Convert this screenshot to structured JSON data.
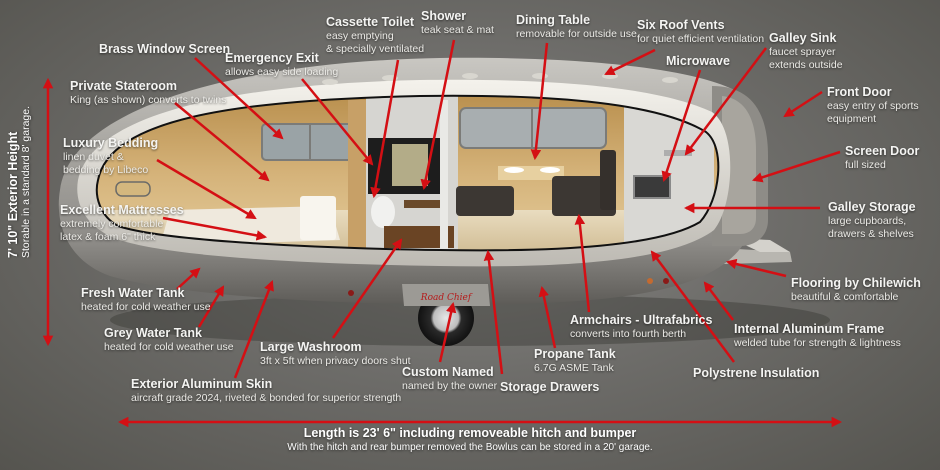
{
  "colors": {
    "background": "#6e6d6a",
    "arrow": "#d40f14",
    "label_text": "#f4f4f2",
    "shell": "#9c9a96",
    "interior_wood": "#c9a468"
  },
  "dimensions": {
    "height": {
      "title": "7' 10\" Exterior Height",
      "desc": "Storable in a standard 8' garage."
    },
    "length": {
      "title": "Length is 23' 6\" including removeable hitch and bumper",
      "desc": "With the hitch and rear bumper removed the Bowlus can be stored in a 20' garage."
    }
  },
  "callouts": [
    {
      "id": "brass-window-screen",
      "title": "Brass Window Screen",
      "desc": ""
    },
    {
      "id": "emergency-exit",
      "title": "Emergency Exit",
      "desc": "allows easy side loading"
    },
    {
      "id": "cassette-toilet",
      "title": "Cassette Toilet",
      "desc": "easy emptying",
      "desc2": "& specially ventilated"
    },
    {
      "id": "shower",
      "title": "Shower",
      "desc": "teak seat & mat"
    },
    {
      "id": "dining-table",
      "title": "Dining Table",
      "desc": "removable for outside use"
    },
    {
      "id": "six-roof-vents",
      "title": "Six Roof Vents",
      "desc": "for quiet efficient ventilation"
    },
    {
      "id": "galley-sink",
      "title": "Galley Sink",
      "desc": "faucet sprayer",
      "desc2": "extends outside"
    },
    {
      "id": "microwave",
      "title": "Microwave",
      "desc": ""
    },
    {
      "id": "front-door",
      "title": "Front Door",
      "desc": "easy entry of sports",
      "desc2": "equipment"
    },
    {
      "id": "screen-door",
      "title": "Screen Door",
      "desc": "full sized"
    },
    {
      "id": "galley-storage",
      "title": "Galley Storage",
      "desc": "large cupboards,",
      "desc2": "drawers & shelves"
    },
    {
      "id": "flooring",
      "title": "Flooring by Chilewich",
      "desc": "beautiful & comfortable"
    },
    {
      "id": "internal-frame",
      "title": "Internal Aluminum Frame",
      "desc": "welded tube for strength & lightness"
    },
    {
      "id": "polystrene-insulation",
      "title": "Polystrene Insulation",
      "desc": ""
    },
    {
      "id": "armchairs",
      "title": "Armchairs - Ultrafabrics",
      "desc": "converts into fourth berth"
    },
    {
      "id": "propane-tank",
      "title": "Propane Tank",
      "desc": "6.7G ASME Tank"
    },
    {
      "id": "storage-drawers",
      "title": "Storage Drawers",
      "desc": ""
    },
    {
      "id": "custom-named",
      "title": "Custom Named",
      "desc": "named by the owner"
    },
    {
      "id": "large-washroom",
      "title": "Large Washroom",
      "desc": "3ft x 5ft when privacy doors shut"
    },
    {
      "id": "exterior-skin",
      "title": "Exterior Aluminum Skin",
      "desc": "aircraft grade 2024, riveted & bonded for superior strength"
    },
    {
      "id": "grey-water-tank",
      "title": "Grey Water Tank",
      "desc": "heated for cold weather use"
    },
    {
      "id": "fresh-water-tank",
      "title": "Fresh Water Tank",
      "desc": "heated for cold weather use"
    },
    {
      "id": "excellent-mattresses",
      "title": "Excellent Mattresses",
      "desc": "extremely comfortable",
      "desc2": "latex & foam 6\" thick"
    },
    {
      "id": "luxury-bedding",
      "title": "Luxury Bedding",
      "desc": "linen duvet &",
      "desc2": "bedding by Libeco"
    },
    {
      "id": "private-stateroom",
      "title": "Private Stateroom",
      "desc": "King (as shown) converts to twins"
    }
  ],
  "trailer": {
    "nameplate": "Road Chief"
  }
}
